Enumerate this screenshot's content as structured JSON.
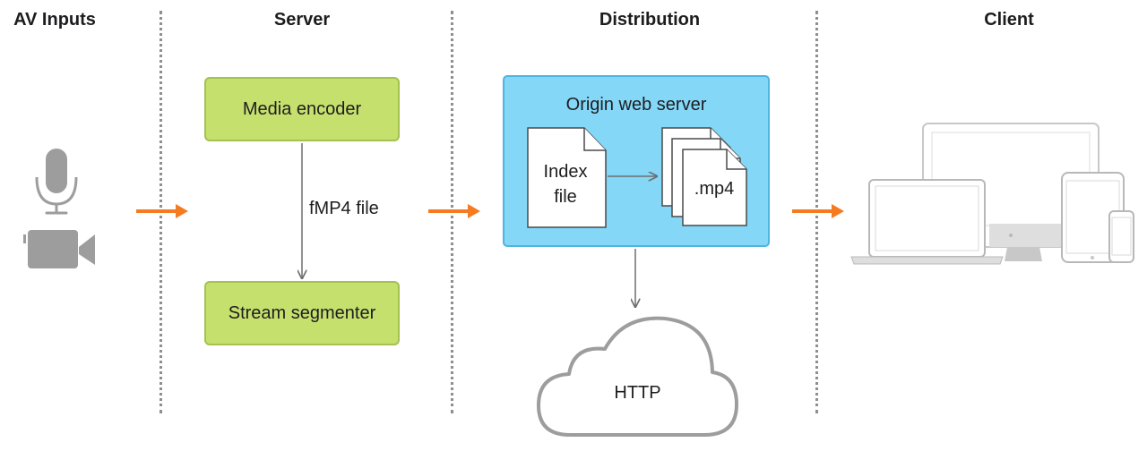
{
  "columns": {
    "av_inputs": "AV Inputs",
    "server": "Server",
    "distribution": "Distribution",
    "client": "Client"
  },
  "server": {
    "media_encoder": "Media encoder",
    "file_label": "fMP4 file",
    "stream_segmenter": "Stream segmenter"
  },
  "distribution": {
    "origin_title": "Origin web server",
    "index_file_line1": "Index",
    "index_file_line2": "file",
    "segment_label": ".mp4",
    "cloud_label": "HTTP"
  },
  "colors": {
    "flow_arrow": "#f47b20",
    "server_box": "#c6e06e",
    "origin_box": "#84d7f7",
    "device_gray": "#9d9d9d"
  },
  "icons": [
    "microphone-icon",
    "video-camera-icon",
    "cloud-icon",
    "document-icon",
    "monitor-icon",
    "laptop-icon",
    "tablet-icon",
    "phone-icon"
  ]
}
